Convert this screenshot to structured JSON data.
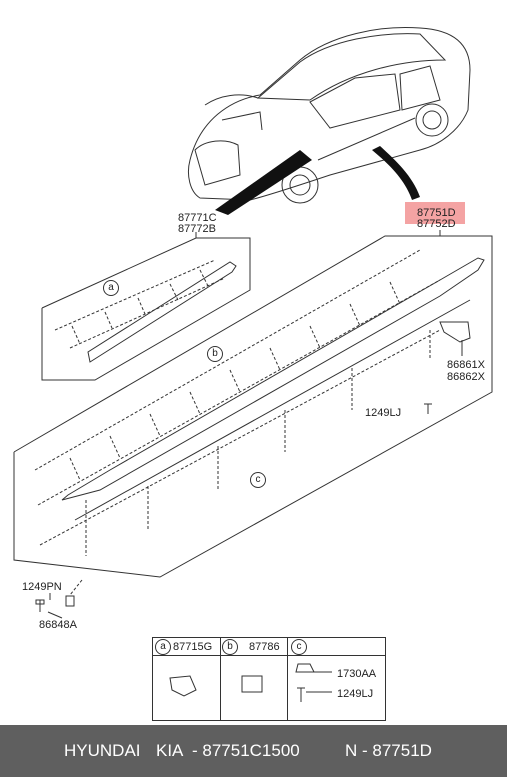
{
  "diagram": {
    "labels": {
      "rail_small": "87771C",
      "rail_small_2": "87772B",
      "sill_main": "87751D",
      "sill_main_2": "87752D",
      "bracket": "86861X",
      "bracket_2": "86862X",
      "screw_right": "1249LJ",
      "screw_left": "1249PN",
      "clip_left": "86848A"
    },
    "callouts": {
      "a": "a",
      "b": "b",
      "c": "c"
    },
    "legend": {
      "a": {
        "key": "a",
        "part": "87715G"
      },
      "b": {
        "key": "b",
        "part": "87786"
      },
      "c": {
        "key": "c",
        "parts": [
          "1730AA",
          "1249LJ"
        ]
      }
    }
  },
  "footer": {
    "brand": "HYUNDAI",
    "brand2": "KIA",
    "part_number": "- 87751C1500",
    "n_number": "N - 87751D"
  }
}
